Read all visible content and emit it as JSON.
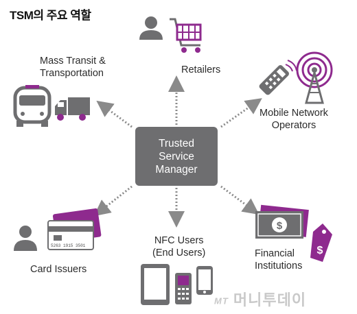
{
  "title": "TSM의 주요 역할",
  "center": {
    "line1": "Trusted",
    "line2": "Service",
    "line3": "Manager"
  },
  "nodes": {
    "retailers": "Retailers",
    "transit_line1": "Mass Transit &",
    "transit_line2": "Transportation",
    "mno_line1": "Mobile Network",
    "mno_line2": "Operators",
    "card_issuers": "Card Issuers",
    "nfc_line1": "NFC Users",
    "nfc_line2": "(End Users)",
    "fin_line1": "Financial",
    "fin_line2": "Institutions"
  },
  "card_text": "5263 1915 3501",
  "tag_symbol": "$",
  "watermark": {
    "prefix": "MT",
    "text": "머니투데이"
  },
  "colors": {
    "accent": "#8e2a8e",
    "gray": "#6e6e70",
    "dark": "#4a4a4a",
    "arrow": "#8a8a8a"
  }
}
